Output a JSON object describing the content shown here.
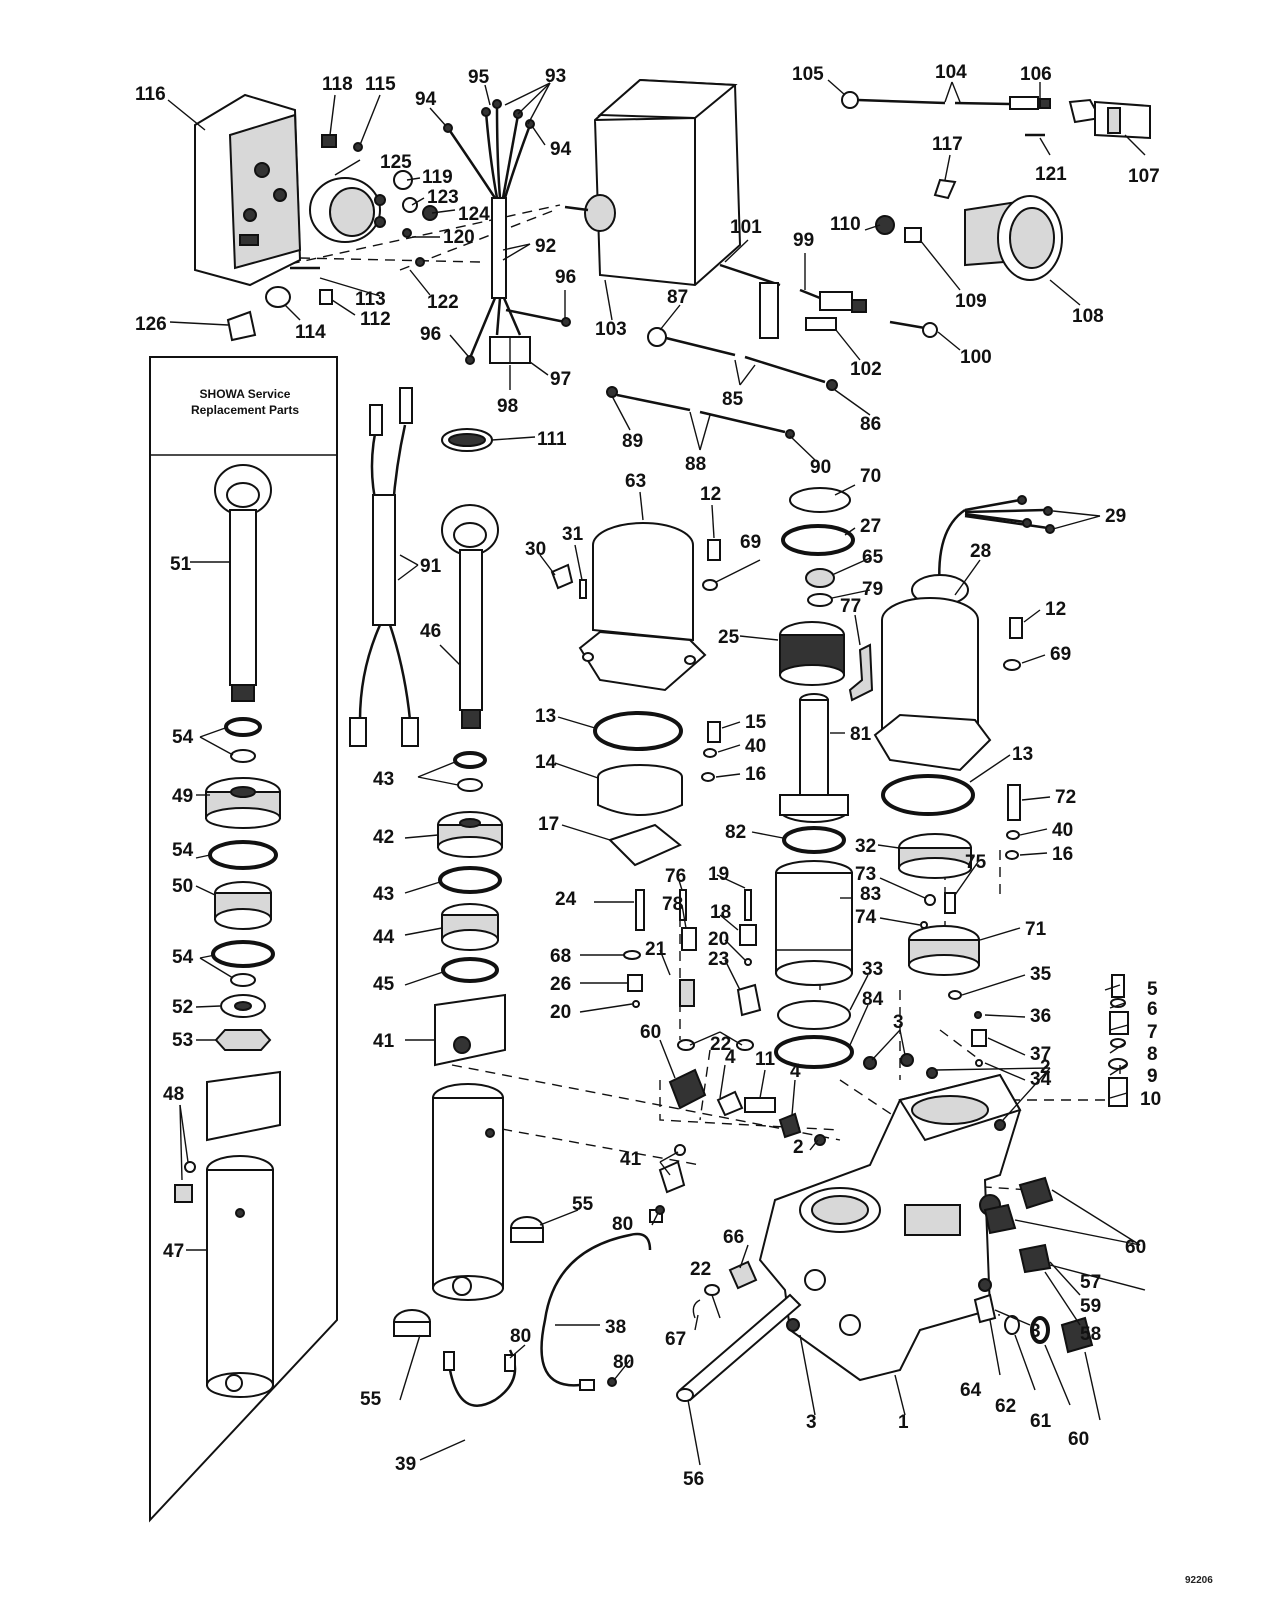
{
  "box_title_line1": "SHOWA Service",
  "box_title_line2": "Replacement Parts",
  "figure_number": "92206",
  "callouts": [
    "116",
    "118",
    "115",
    "125",
    "119",
    "123",
    "124",
    "120",
    "122",
    "113",
    "112",
    "114",
    "126",
    "95",
    "93",
    "94",
    "94",
    "92",
    "96",
    "96",
    "97",
    "98",
    "103",
    "105",
    "104",
    "106",
    "107",
    "117",
    "121",
    "101",
    "99",
    "110",
    "109",
    "108",
    "87",
    "85",
    "86",
    "102",
    "100",
    "89",
    "88",
    "90",
    "111",
    "91",
    "51",
    "46",
    "54",
    "49",
    "54",
    "50",
    "54",
    "52",
    "53",
    "48",
    "47",
    "63",
    "12",
    "69",
    "70",
    "27",
    "65",
    "79",
    "28",
    "29",
    "30",
    "31",
    "25",
    "77",
    "12",
    "69",
    "81",
    "13",
    "15",
    "40",
    "16",
    "14",
    "17",
    "82",
    "13",
    "72",
    "40",
    "16",
    "32",
    "73",
    "75",
    "74",
    "71",
    "35",
    "36",
    "37",
    "34",
    "76",
    "19",
    "78",
    "18",
    "20",
    "21",
    "23",
    "68",
    "26",
    "20",
    "24",
    "22",
    "60",
    "4",
    "11",
    "4",
    "83",
    "33",
    "84",
    "3",
    "2",
    "5",
    "6",
    "7",
    "8",
    "9",
    "10",
    "43",
    "42",
    "43",
    "44",
    "45",
    "41",
    "2",
    "41",
    "80",
    "55",
    "38",
    "22",
    "66",
    "67",
    "56",
    "60",
    "57",
    "59",
    "58",
    "3",
    "64",
    "62",
    "61",
    "60",
    "80",
    "80",
    "55",
    "39",
    "1",
    "3"
  ]
}
